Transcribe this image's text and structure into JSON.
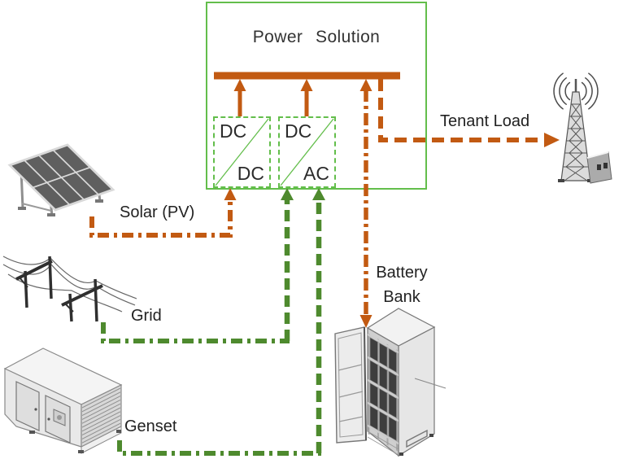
{
  "colors": {
    "orange": "#C25A12",
    "green_line": "#4E8A2E",
    "green_border": "#63BE4B",
    "text": "#262626"
  },
  "power_solution": {
    "title": "Power Solution",
    "converters": [
      {
        "id": "dc-dc",
        "input": "DC",
        "output": "DC"
      },
      {
        "id": "dc-ac",
        "input": "DC",
        "output": "AC"
      }
    ]
  },
  "nodes": {
    "solar": {
      "label": "Solar (PV)",
      "icon": "solar-panel-icon"
    },
    "grid": {
      "label": "Grid",
      "icon": "power-grid-icon"
    },
    "genset": {
      "label": "Genset",
      "icon": "genset-icon"
    },
    "battery": {
      "label": "Battery Bank",
      "icon": "battery-bank-icon"
    },
    "tenant": {
      "label": "Tenant Load",
      "icon": "telecom-tower-icon"
    }
  },
  "connections": [
    {
      "from": "solar",
      "to": "dc-dc-converter",
      "color": "orange",
      "style": "dash-dot",
      "arrow": "one-way"
    },
    {
      "from": "grid",
      "to": "dc-ac-converter",
      "color": "green",
      "style": "dash-dot",
      "arrow": "one-way"
    },
    {
      "from": "genset",
      "to": "dc-ac-converter",
      "color": "green",
      "style": "dash-dot",
      "arrow": "one-way"
    },
    {
      "from": "dc-dc-converter",
      "to": "dc-bus",
      "color": "orange",
      "style": "solid",
      "arrow": "one-way"
    },
    {
      "from": "dc-ac-converter",
      "to": "dc-bus",
      "color": "orange",
      "style": "solid",
      "arrow": "one-way"
    },
    {
      "from": "dc-bus",
      "to": "battery",
      "color": "orange",
      "style": "dash-dot",
      "arrow": "two-way"
    },
    {
      "from": "dc-bus",
      "to": "tenant",
      "color": "orange",
      "style": "dashed",
      "arrow": "one-way"
    }
  ]
}
